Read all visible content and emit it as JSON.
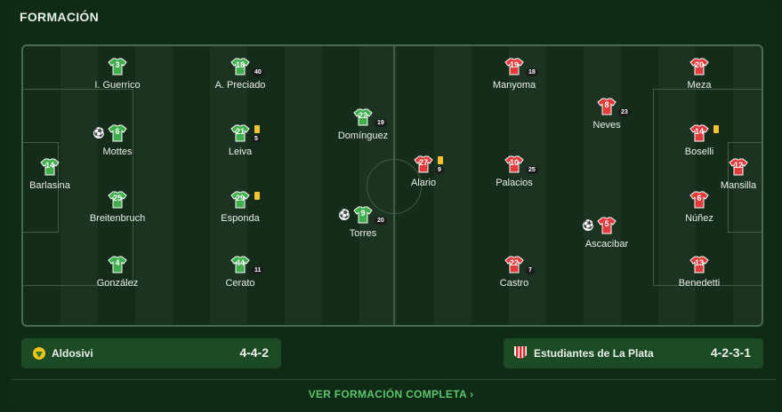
{
  "header": {
    "title": "FORMACIÓN"
  },
  "home": {
    "name": "Aldosivi",
    "formation": "4-4-2",
    "shirt_color": "#3fae4c",
    "players": [
      {
        "num": "14",
        "name": "Barlasina",
        "mins": "",
        "ycard": false,
        "goal": false
      },
      {
        "num": "3",
        "name": "I. Guerrico",
        "mins": "",
        "ycard": false,
        "goal": false
      },
      {
        "num": "6",
        "name": "Mottes",
        "mins": "",
        "ycard": false,
        "goal": true
      },
      {
        "num": "25",
        "name": "Breitenbruch",
        "mins": "",
        "ycard": false,
        "goal": false
      },
      {
        "num": "4",
        "name": "González",
        "mins": "",
        "ycard": false,
        "goal": false
      },
      {
        "num": "18",
        "name": "A. Preciado",
        "mins": "40",
        "ycard": false,
        "goal": false
      },
      {
        "num": "21",
        "name": "Leiva",
        "mins": "5",
        "ycard": true,
        "goal": false
      },
      {
        "num": "29",
        "name": "Esponda",
        "mins": "",
        "ycard": true,
        "goal": false
      },
      {
        "num": "44",
        "name": "Cerato",
        "mins": "11",
        "ycard": false,
        "goal": false
      },
      {
        "num": "22",
        "name": "Domínguez",
        "mins": "19",
        "ycard": false,
        "goal": false
      },
      {
        "num": "9",
        "name": "Torres",
        "mins": "20",
        "ycard": false,
        "goal": true
      }
    ]
  },
  "away": {
    "name": "Estudiantes de La Plata",
    "formation": "4-2-3-1",
    "shirt_color": "#e23b3b",
    "players": [
      {
        "num": "27",
        "name": "Alario",
        "mins": "9",
        "ycard": true,
        "goal": false
      },
      {
        "num": "19",
        "name": "Manyoma",
        "mins": "18",
        "ycard": false,
        "goal": false
      },
      {
        "num": "10",
        "name": "Palacios",
        "mins": "25",
        "ycard": false,
        "goal": false
      },
      {
        "num": "22",
        "name": "Castro",
        "mins": "7",
        "ycard": false,
        "goal": false
      },
      {
        "num": "8",
        "name": "Neves",
        "mins": "23",
        "ycard": false,
        "goal": false
      },
      {
        "num": "5",
        "name": "Ascacibar",
        "mins": "",
        "ycard": false,
        "goal": true
      },
      {
        "num": "20",
        "name": "Meza",
        "mins": "",
        "ycard": false,
        "goal": false
      },
      {
        "num": "14",
        "name": "Boselli",
        "mins": "",
        "ycard": true,
        "goal": false
      },
      {
        "num": "6",
        "name": "Núñez",
        "mins": "",
        "ycard": false,
        "goal": false
      },
      {
        "num": "13",
        "name": "Benedetti",
        "mins": "",
        "ycard": false,
        "goal": false
      },
      {
        "num": "12",
        "name": "Mansilla",
        "mins": "",
        "ycard": false,
        "goal": false
      }
    ]
  },
  "footer": {
    "more_label": "VER FORMACIÓN COMPLETA",
    "chevron": "›"
  },
  "icons": {
    "home_crest": "aldosivi-crest-icon",
    "away_crest": "estudiantes-crest-icon",
    "goal": "football-icon"
  }
}
